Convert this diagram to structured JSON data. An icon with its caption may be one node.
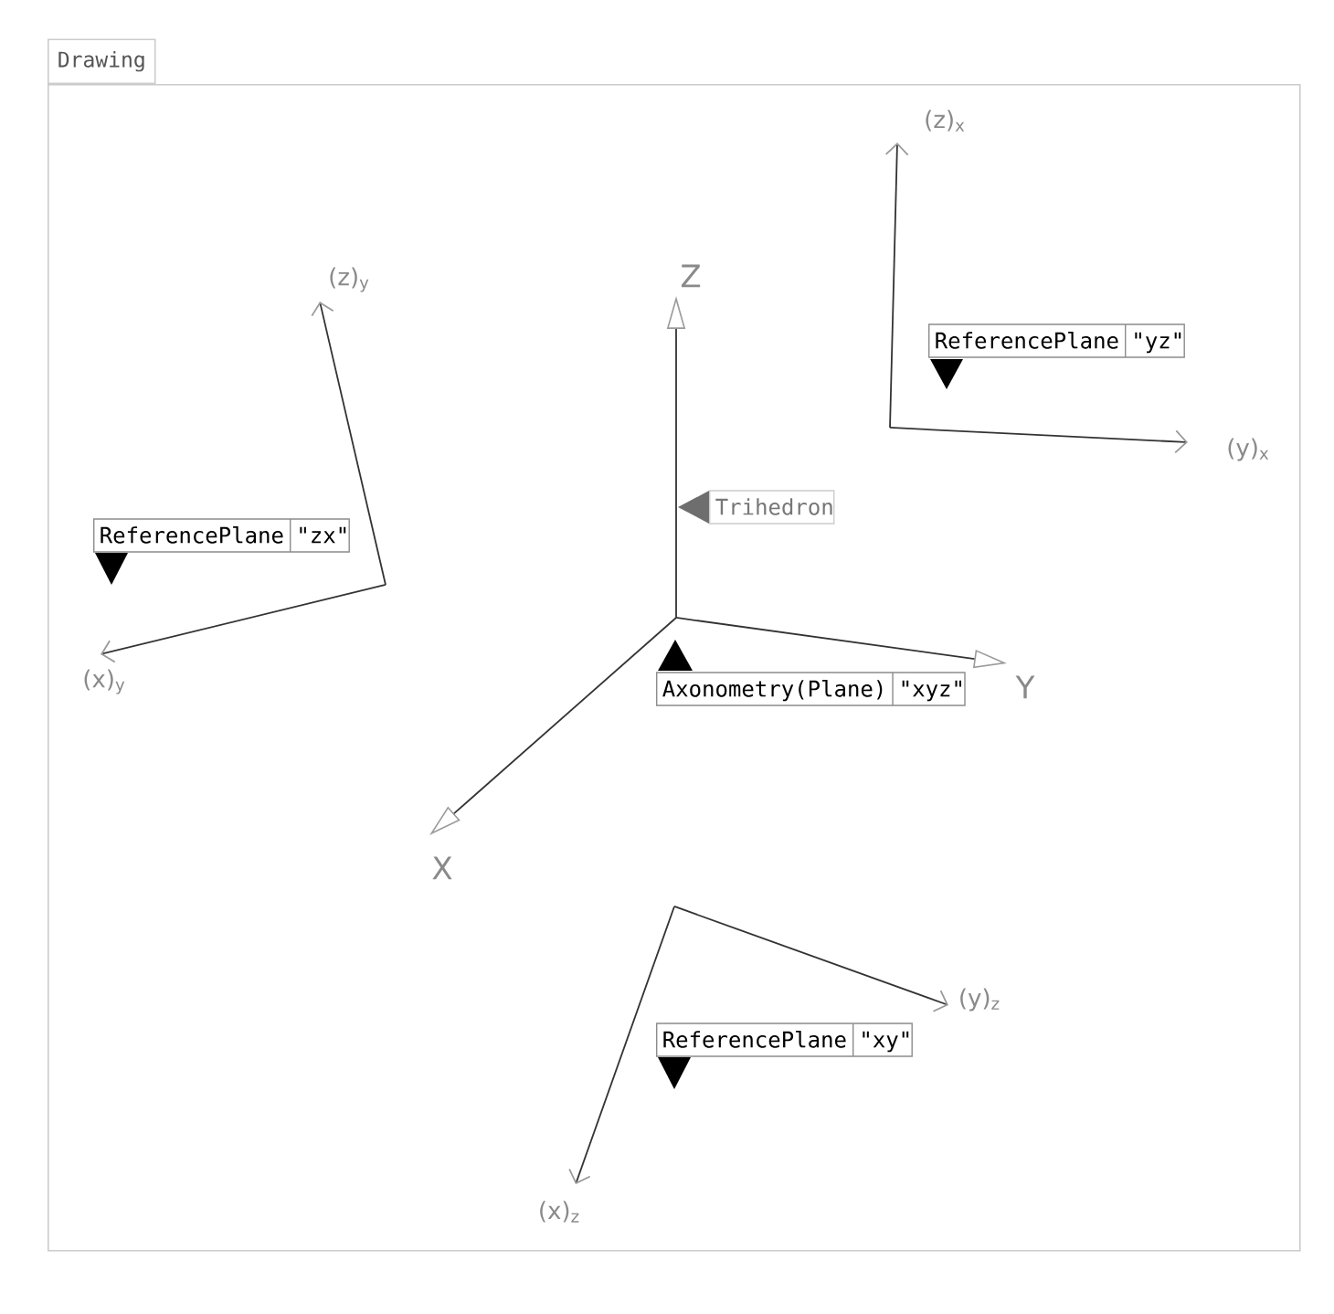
{
  "diagram": {
    "nodes": [
      {
        "text": [
          "Drawing"
        ]
      },
      {
        "text": [
          "ReferencePlane",
          "\"yz\""
        ],
        "in": 0
      },
      {
        "text": [
          "Trihedron"
        ],
        "in": 0
      },
      {
        "text": [
          "ReferencePlane",
          "\"zx\""
        ],
        "in": 0
      },
      {
        "text": [
          "Axonometry(Plane)",
          "\"xyz\""
        ],
        "in": 0
      },
      {
        "text": [
          "ReferencePlane",
          "\"xy\""
        ],
        "in": 0
      }
    ],
    "labels": [
      "(z)$_{x}$",
      "(z)$_{y}$",
      "Z",
      "(y)$_{x}$",
      "Y",
      "(x)$_{y}$",
      "X",
      "(y)$_{z}$",
      "(x)$_{z}$"
    ]
  }
}
